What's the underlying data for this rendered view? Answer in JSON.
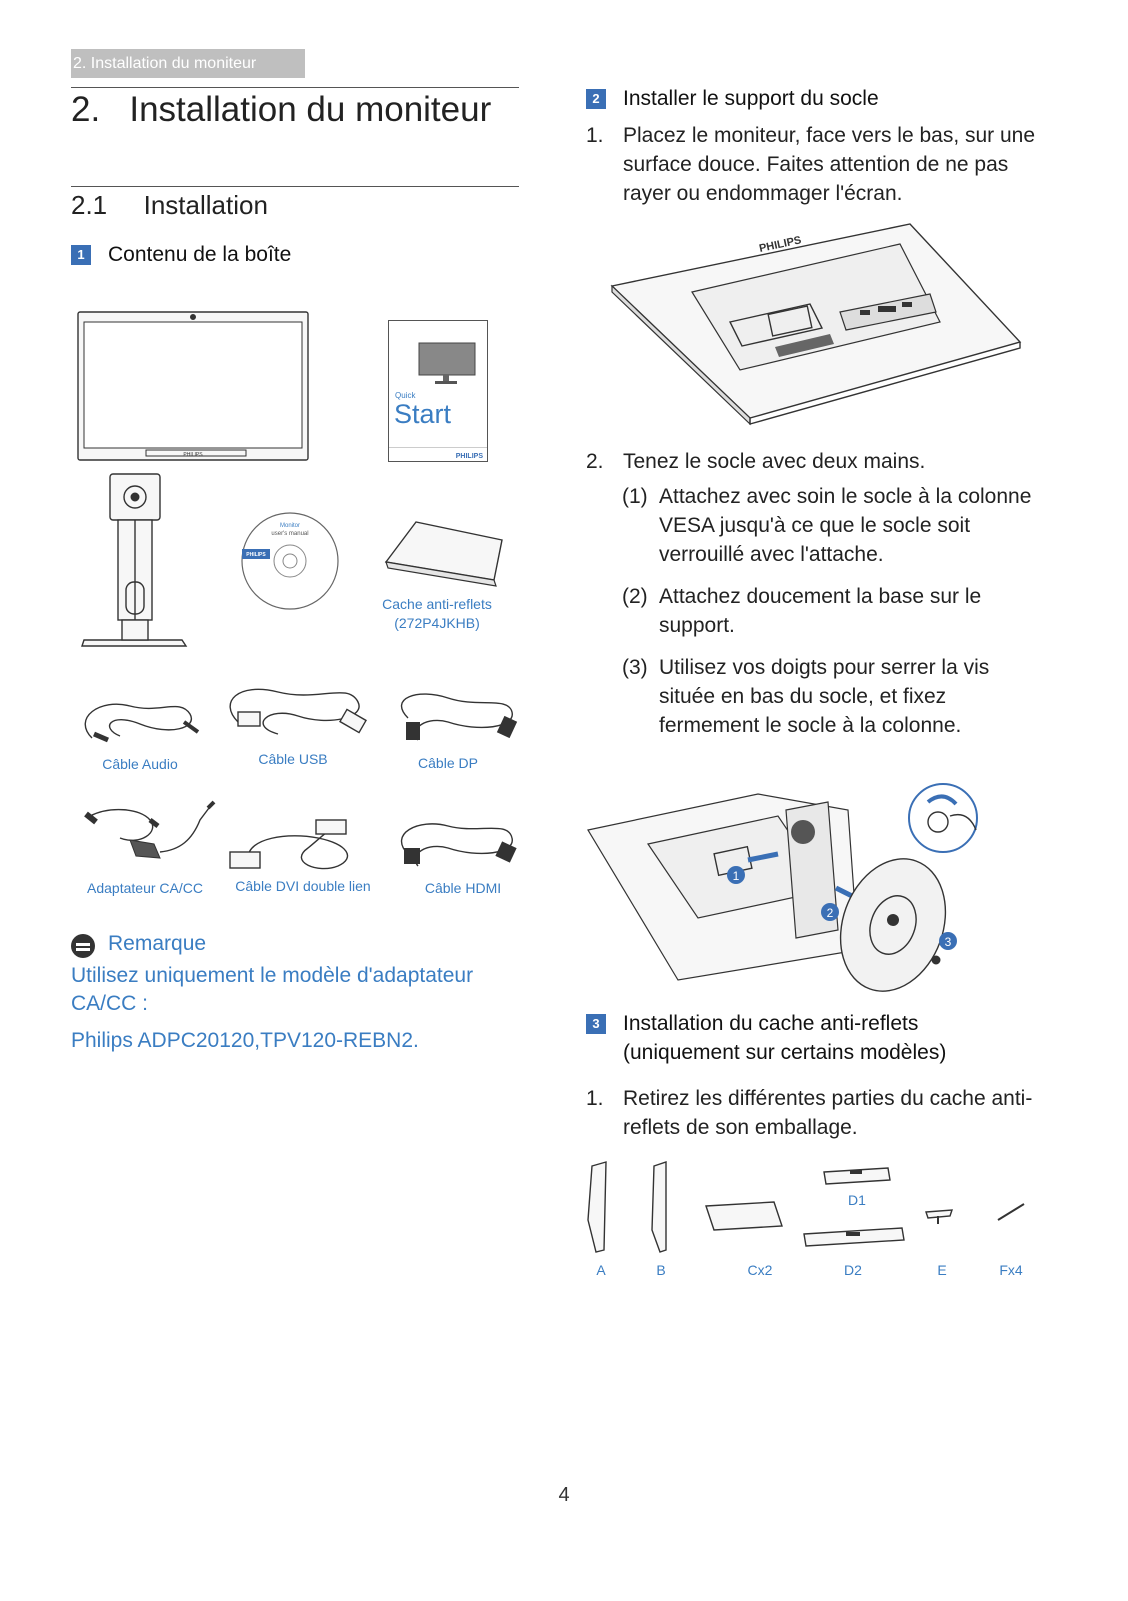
{
  "header_tab": "2. Installation du moniteur",
  "chapter_title": "2.   Installation du moniteur",
  "section_number": "2.1",
  "section_title": "Installation",
  "left": {
    "step1": {
      "badge": "1",
      "title": "Contenu de la boîte"
    },
    "monitor_brand": "PHILIPS",
    "booklet": {
      "quick": "Quick",
      "start": "Start",
      "brand": "PHILIPS"
    },
    "cd": {
      "line1": "Monitor",
      "line2": "user's manual",
      "brand": "PHILIPS"
    },
    "captions": {
      "anti_glare": "Cache anti-reflets",
      "anti_glare_model": "(272P4JKHB)",
      "audio": "Câble Audio",
      "usb": "Câble USB",
      "dp": "Câble DP",
      "adapter": "Adaptateur CA/CC",
      "dvi": "Câble DVI double lien",
      "hdmi": "Câble HDMI"
    },
    "note": {
      "title": "Remarque",
      "line1": "Utilisez uniquement le modèle d'adaptateur",
      "line2": "CA/CC :",
      "line3": "Philips ADPC20120,TPV120-REBN2."
    }
  },
  "right": {
    "step2": {
      "badge": "2",
      "title": "Installer le support du socle"
    },
    "step2_items": [
      {
        "num": "1.",
        "text": "Placez le moniteur, face vers le bas, sur une surface douce. Faites attention de ne pas rayer ou endommager l'écran."
      },
      {
        "num": "2.",
        "text": "Tenez le socle avec deux mains."
      }
    ],
    "substeps": [
      {
        "num": "(1)",
        "text": "Attachez avec soin le socle à la colonne VESA jusqu'à ce que le socle soit verrouillé avec l'attache."
      },
      {
        "num": "(2)",
        "text": "Attachez doucement la base sur le support."
      },
      {
        "num": "(3)",
        "text": "Utilisez vos doigts pour serrer la vis située en bas du socle, et fixez fermement le socle à la colonne."
      }
    ],
    "monitor_brand": "PHILIPS",
    "callouts": [
      "1",
      "2",
      "3"
    ],
    "step3": {
      "badge": "3",
      "title_line1": "Installation du cache anti-reflets",
      "title_line2": "(uniquement sur certains modèles)"
    },
    "step3_items": [
      {
        "num": "1.",
        "text": "Retirez les différentes parties du cache anti-reflets de son emballage."
      }
    ],
    "parts": {
      "a": "A",
      "b": "B",
      "c": "Cx2",
      "d1": "D1",
      "d2": "D2",
      "e": "E",
      "f": "Fx4"
    }
  },
  "page_number": "4",
  "colors": {
    "accent": "#3a7dc2",
    "badge": "#3a6fb5",
    "tab": "#bfbfbf"
  }
}
